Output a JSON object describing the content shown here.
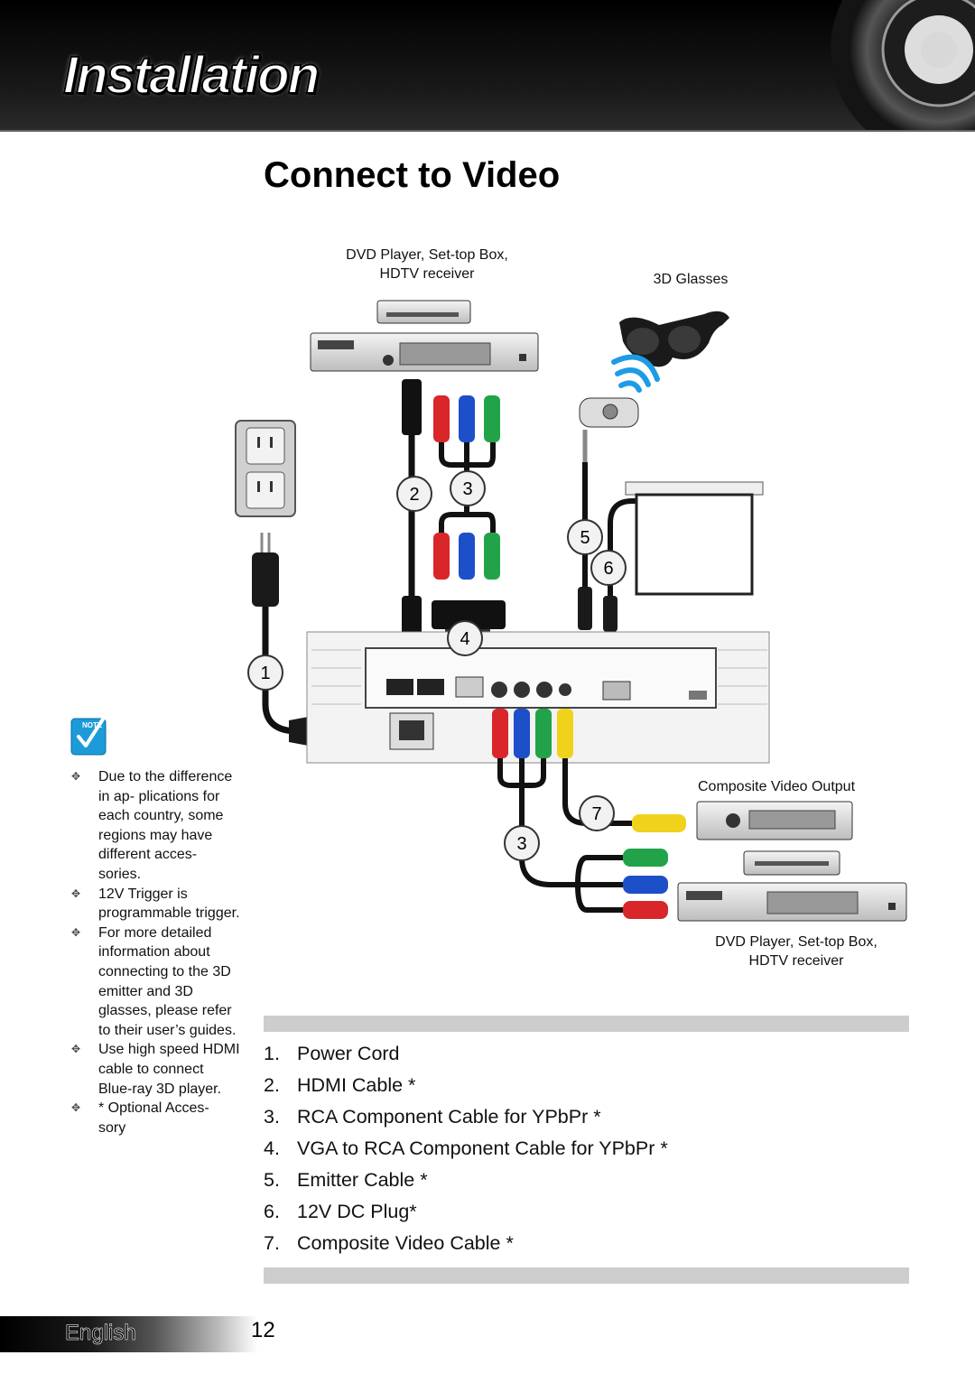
{
  "header": {
    "section_title": "Installation",
    "page_title": "Connect to Video"
  },
  "diagram": {
    "top_source_label_line1": "DVD Player, Set-top Box,",
    "top_source_label_line2": "HDTV receiver",
    "glasses_label": "3D Glasses",
    "composite_output_label": "Composite Video Output",
    "bottom_source_label_line1": "DVD Player, Set-top Box,",
    "bottom_source_label_line2": "HDTV receiver",
    "callouts": [
      "1",
      "2",
      "3",
      "4",
      "5",
      "6",
      "7",
      "3"
    ],
    "note_badge": "NOTE"
  },
  "notes": [
    "Due to the difference in ap- plications for each country, some regions may have different acces- sories.",
    "12V Trigger is programmable trigger.",
    "For more detailed information about connecting to the 3D emitter and 3D glasses, please refer to their user’s guides.",
    "Use high speed HDMI cable to connect Blue-ray 3D player.",
    "* Optional Acces- sory"
  ],
  "legend": [
    {
      "num": "1.",
      "text": "Power Cord"
    },
    {
      "num": "2.",
      "text": "HDMI Cable *"
    },
    {
      "num": "3.",
      "text": "RCA Component Cable for YPbPr *"
    },
    {
      "num": "4.",
      "text": "VGA to RCA Component Cable for YPbPr *"
    },
    {
      "num": "5.",
      "text": "Emitter Cable *"
    },
    {
      "num": "6.",
      "text": "12V DC Plug*"
    },
    {
      "num": "7.",
      "text": "Composite Video Cable *"
    }
  ],
  "footer": {
    "language": "English",
    "page_number": "12"
  },
  "colors": {
    "header_bg": "#000000",
    "rule_gray": "#cdcdcd",
    "rca_red": "#d8262b",
    "rca_blue": "#1d4fc9",
    "rca_green": "#22a34a",
    "rca_yellow": "#f0d21c",
    "note_blue": "#1c9bd8"
  }
}
